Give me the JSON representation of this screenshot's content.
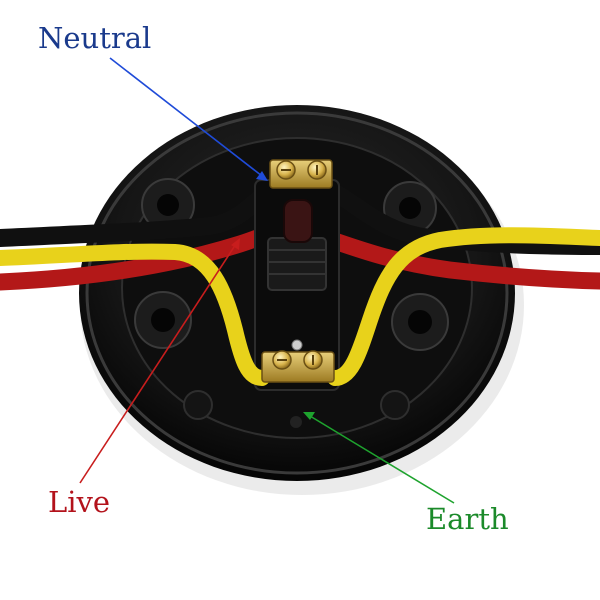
{
  "labels": {
    "neutral": {
      "text": "Neutral",
      "color": "#1a3a8c"
    },
    "live": {
      "text": "Live",
      "color": "#b3121b"
    },
    "earth": {
      "text": "Earth",
      "color": "#1b8a2a"
    }
  },
  "colors": {
    "background": "#ffffff",
    "base": "#141414",
    "wire_yellow": "#e8d21b",
    "wire_red": "#b31818",
    "wire_black": "#101010",
    "brass": "#c8a23a",
    "arrow_blue": "#1f4bd8",
    "arrow_red": "#c81d1d",
    "arrow_green": "#1ea32e"
  }
}
